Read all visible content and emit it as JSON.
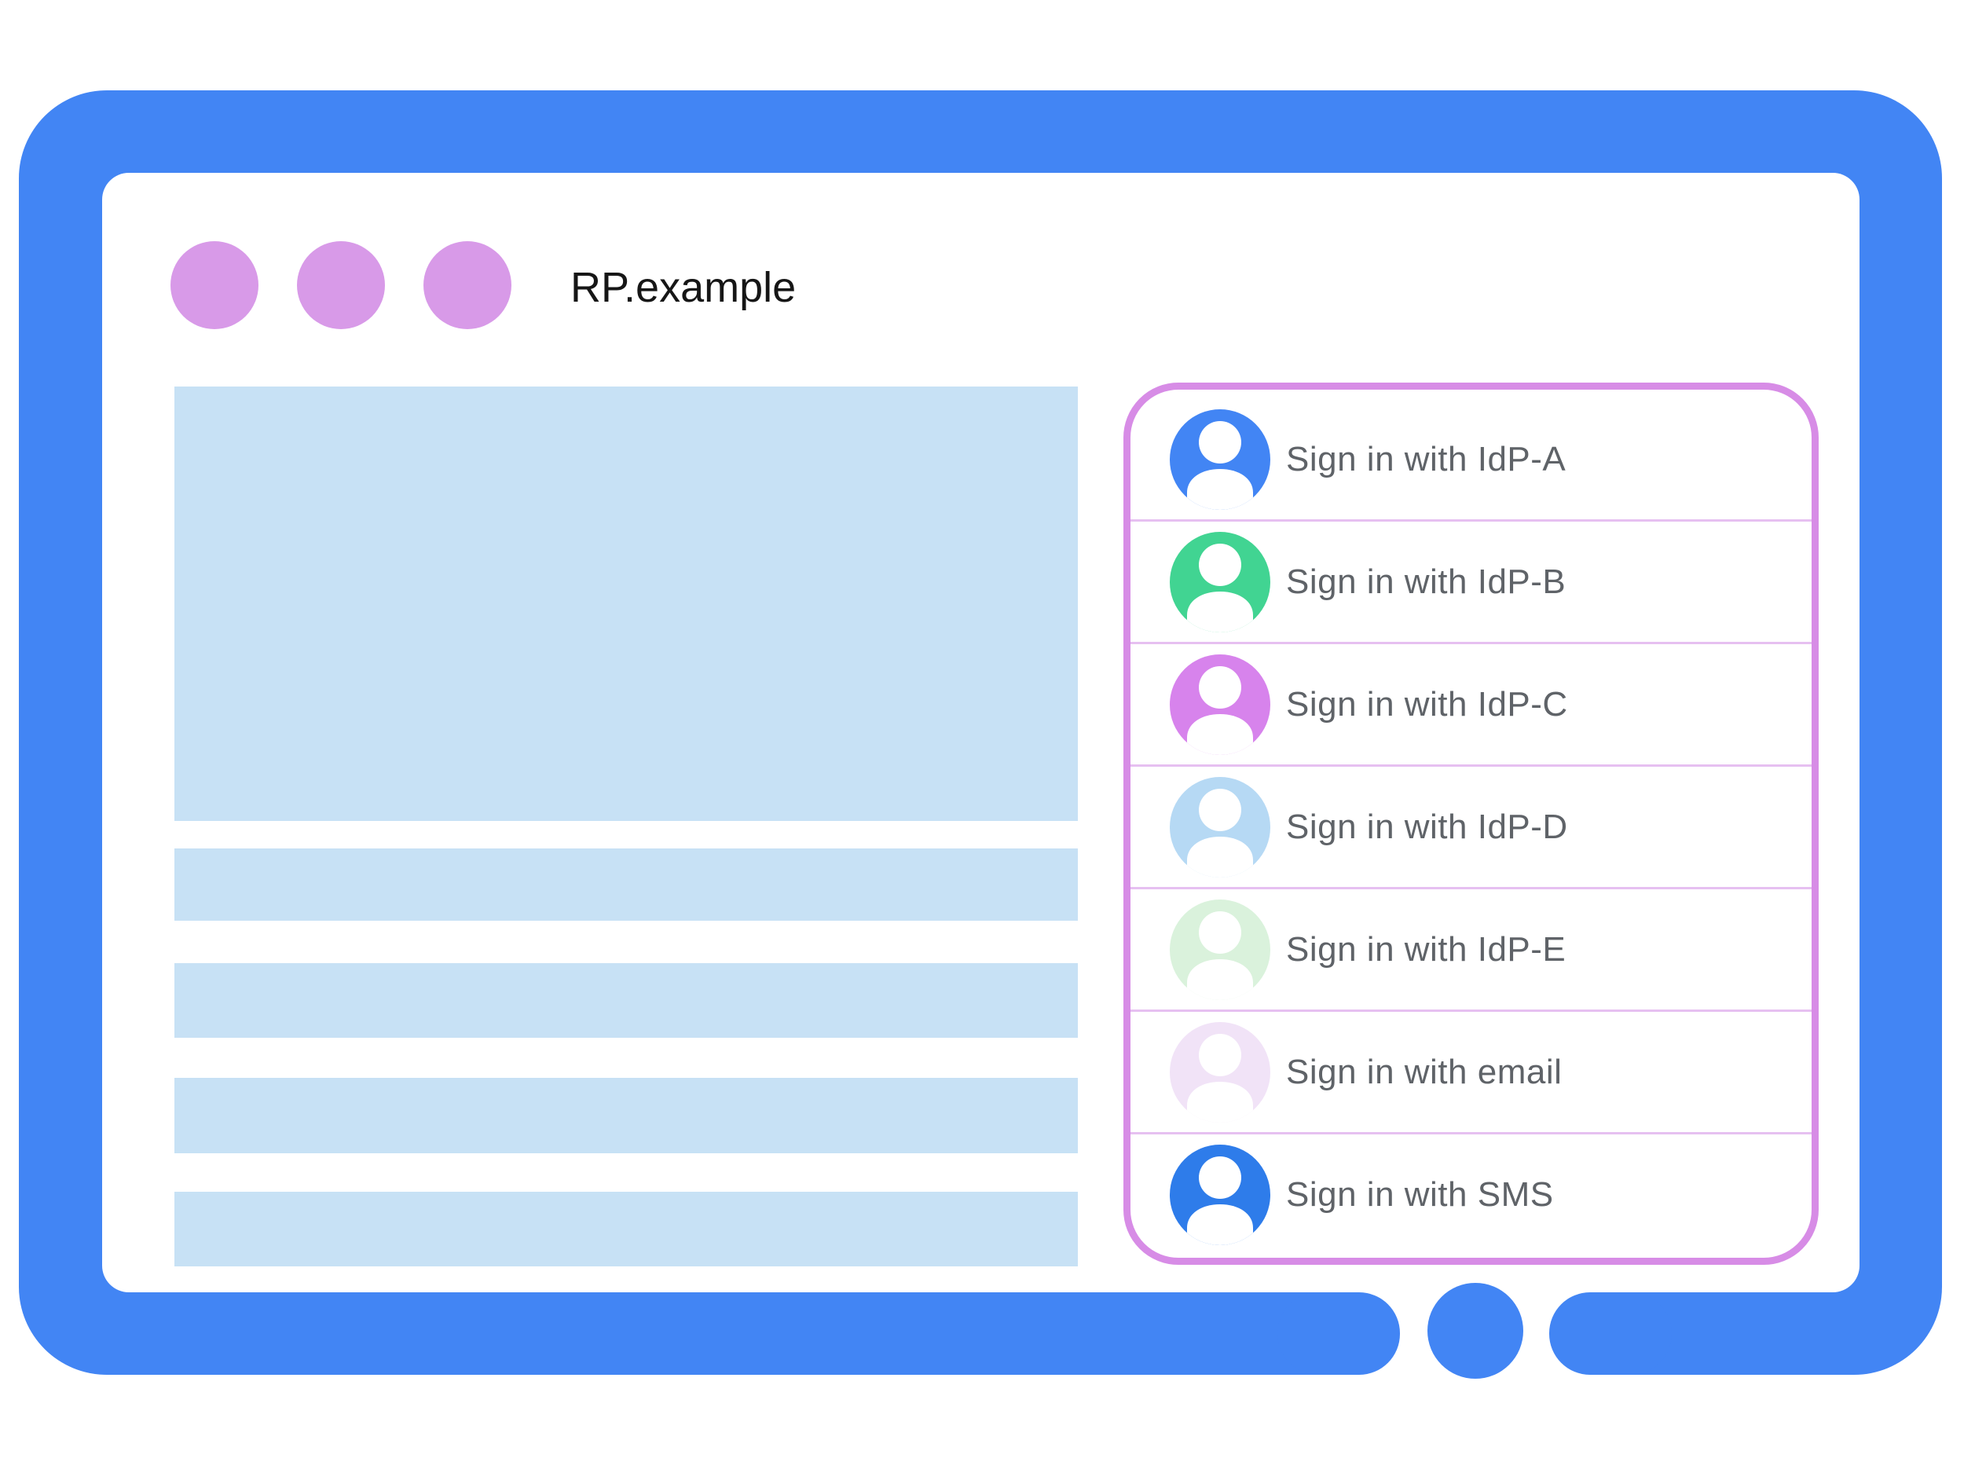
{
  "window": {
    "title": "RP.example",
    "control_dots": {
      "count": 3,
      "color": "#d89ae8"
    }
  },
  "frame": {
    "bezel_color": "#4285f4",
    "placeholder_color": "#c7e1f5"
  },
  "signin_panel": {
    "border_color": "#d78ce6",
    "divider_color": "#e6c0f1",
    "label_color": "#5f6368",
    "rows": [
      {
        "label": "Sign in with IdP-A",
        "avatar_color": "#4285f4",
        "avatar_icon": "person-icon"
      },
      {
        "label": "Sign in with IdP-B",
        "avatar_color": "#41d492",
        "avatar_icon": "person-icon"
      },
      {
        "label": "Sign in with IdP-C",
        "avatar_color": "#d783ec",
        "avatar_icon": "person-icon"
      },
      {
        "label": "Sign in with IdP-D",
        "avatar_color": "#b6d9f4",
        "avatar_icon": "person-icon"
      },
      {
        "label": "Sign in with IdP-E",
        "avatar_color": "#daf2dc",
        "avatar_icon": "person-icon"
      },
      {
        "label": "Sign in with email",
        "avatar_color": "#f1e3f7",
        "avatar_icon": "person-icon"
      },
      {
        "label": "Sign in with SMS",
        "avatar_color": "#2e7cea",
        "avatar_icon": "person-icon"
      }
    ]
  }
}
